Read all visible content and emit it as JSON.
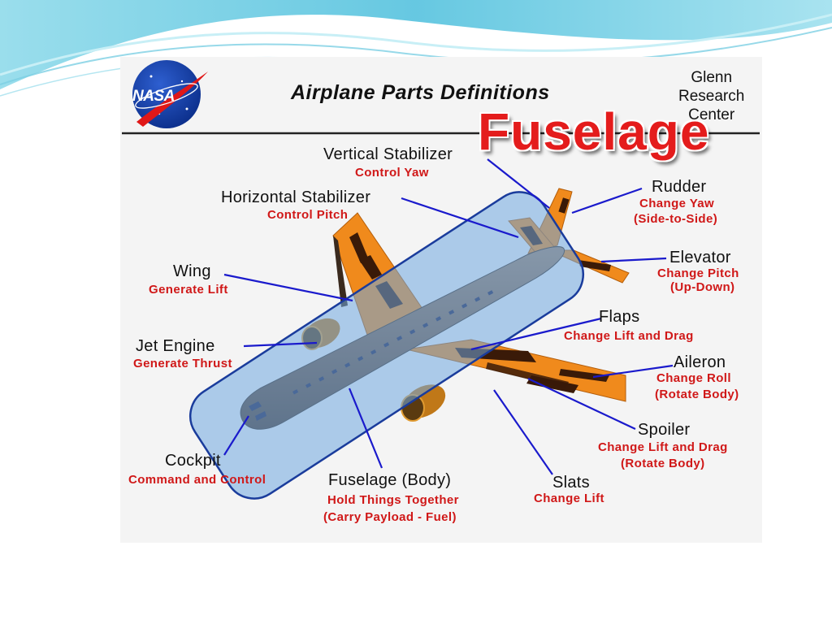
{
  "slide": {
    "heading": "Fuselage",
    "colors": {
      "accent": "#e41c1c",
      "wave": "#5cc6e0",
      "highlight": "#6fa7e0",
      "wing": "#f08a1c",
      "leader": "#1a1acc"
    }
  },
  "header": {
    "logo_text": "NASA",
    "title": "Airplane Parts Definitions",
    "center_line1": "Glenn",
    "center_line2": "Research",
    "center_line3": "Center"
  },
  "labels": {
    "vertical_stabilizer": {
      "name": "Vertical Stabilizer",
      "desc": "Control Yaw"
    },
    "horizontal_stabilizer": {
      "name": "Horizontal Stabilizer",
      "desc": "Control Pitch"
    },
    "rudder": {
      "name": "Rudder",
      "desc1": "Change Yaw",
      "desc2": "(Side-to-Side)"
    },
    "elevator": {
      "name": "Elevator",
      "desc1": "Change Pitch",
      "desc2": "(Up-Down)"
    },
    "wing": {
      "name": "Wing",
      "desc": "Generate Lift"
    },
    "flaps": {
      "name": "Flaps",
      "desc": "Change Lift and Drag"
    },
    "jet_engine": {
      "name": "Jet Engine",
      "desc": "Generate Thrust"
    },
    "aileron": {
      "name": "Aileron",
      "desc1": "Change Roll",
      "desc2": "(Rotate Body)"
    },
    "spoiler": {
      "name": "Spoiler",
      "desc1": "Change Lift and Drag",
      "desc2": "(Rotate Body)"
    },
    "cockpit": {
      "name": "Cockpit",
      "desc": "Command and Control"
    },
    "fuselage": {
      "name": "Fuselage (Body)",
      "desc1": "Hold Things Together",
      "desc2": "(Carry Payload - Fuel)"
    },
    "slats": {
      "name": "Slats",
      "desc": "Change Lift"
    }
  }
}
